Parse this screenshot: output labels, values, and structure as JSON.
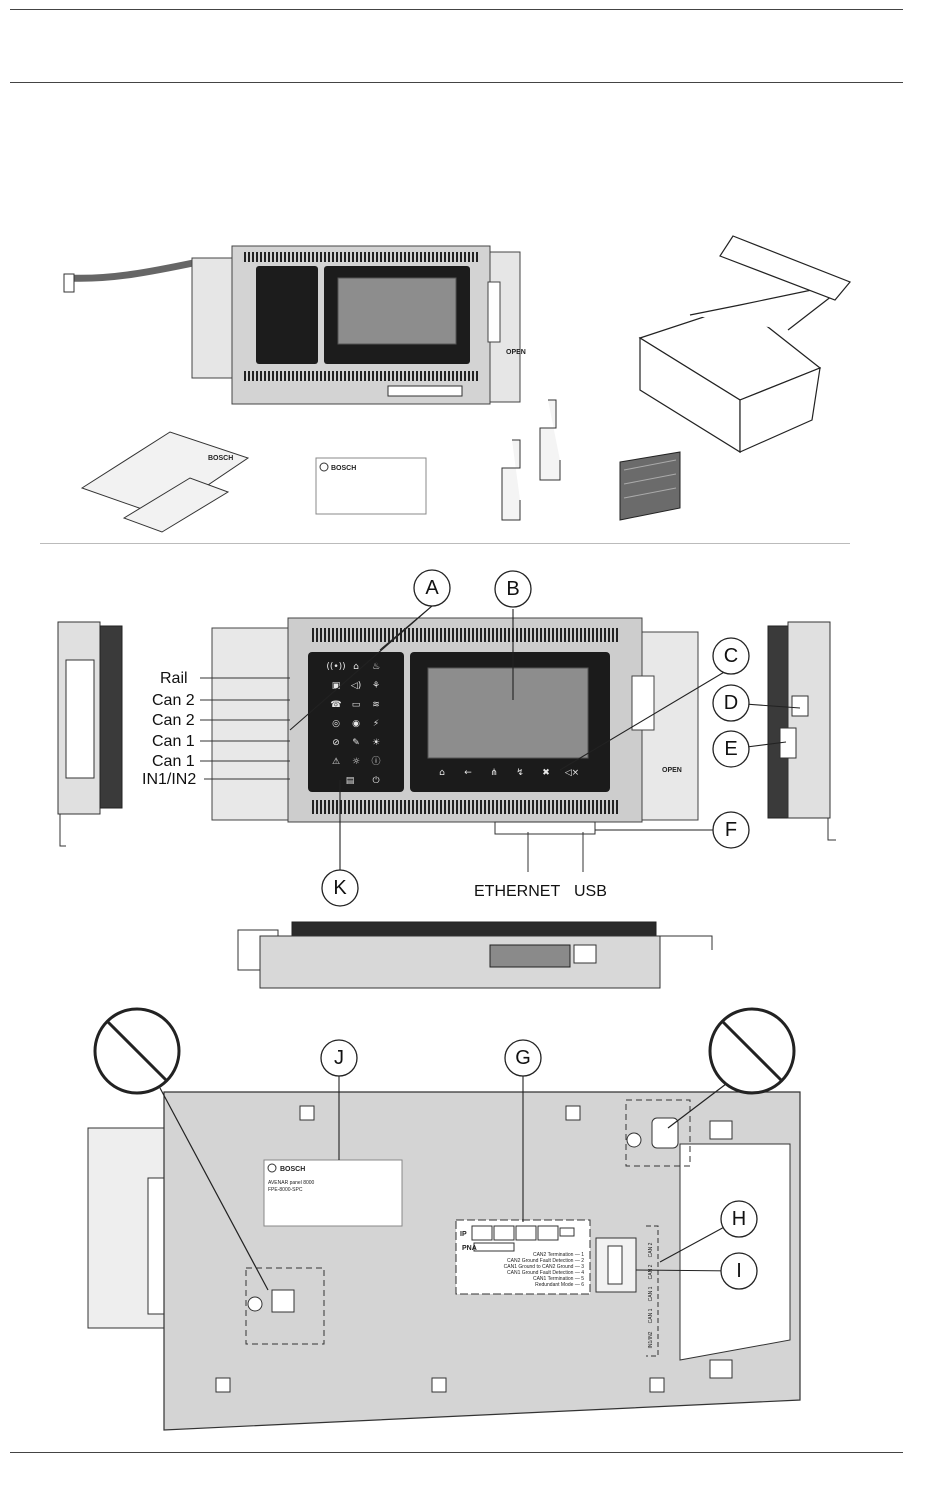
{
  "callouts": [
    "A",
    "B",
    "C",
    "D",
    "E",
    "F",
    "G",
    "H",
    "I",
    "J",
    "K"
  ],
  "left_labels": [
    "Rail",
    "Can 2",
    "Can 2",
    "Can 1",
    "Can 1",
    "IN1/IN2"
  ],
  "ports": {
    "ethernet": "ETHERNET",
    "usb": "USB"
  },
  "open_label": "OPEN",
  "brand": "BOSCH",
  "dip_labels": {
    "ip": "IP",
    "pna": "PNA",
    "lines": [
      "CAN2 Termination — 1",
      "CAN2 Ground Fault Detection — 2",
      "CAN1 Ground to CAN2 Ground — 3",
      "CAN1 Ground Fault Detection — 4",
      "CAN1 Termination — 5",
      "Redundant Mode — 6"
    ]
  },
  "side_terminals": [
    "CAN 2",
    "CAN 2",
    "CAN 1",
    "CAN 1",
    "IN1/IN2"
  ],
  "product_label": {
    "title": "AVENAR panel 8000",
    "model": "FPE-8000-SPC"
  },
  "colors": {
    "line": "#222222",
    "panel": "#cfcfcf",
    "dark": "#1b1b1b",
    "screen": "#8d8d8d"
  }
}
